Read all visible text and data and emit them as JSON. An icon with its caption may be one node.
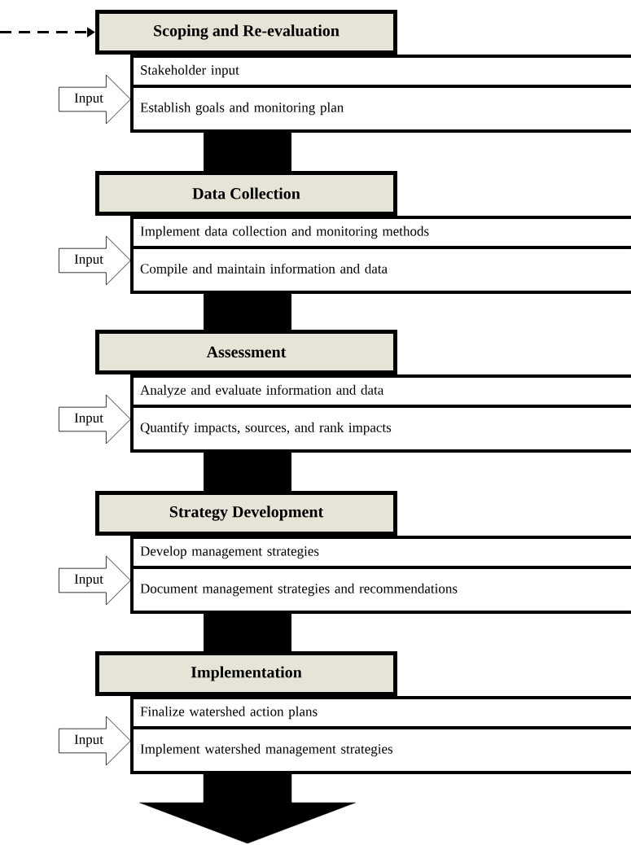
{
  "diagram": {
    "nodes": [
      {
        "text": [
          "Scoping and Re-evaluation"
        ]
      },
      {
        "text": [
          "Stakeholder input"
        ]
      },
      {
        "text": [
          "Establish goals and monitoring plan"
        ]
      },
      {
        "text": [
          "Input"
        ]
      },
      {
        "text": [
          "Data Collection"
        ]
      },
      {
        "text": [
          "Implement data collection and monitoring methods"
        ]
      },
      {
        "text": [
          "Compile and maintain information and data"
        ]
      },
      {
        "text": [
          "Input"
        ]
      },
      {
        "text": [
          "Assessment"
        ]
      },
      {
        "text": [
          "Analyze and evaluate information and data"
        ]
      },
      {
        "text": [
          "Quantify impacts, sources, and rank impacts"
        ]
      },
      {
        "text": [
          "Input"
        ]
      },
      {
        "text": [
          "Strategy Development"
        ]
      },
      {
        "text": [
          "Develop management strategies"
        ]
      },
      {
        "text": [
          "Document management strategies and recommendations"
        ]
      },
      {
        "text": [
          "Input"
        ]
      },
      {
        "text": [
          "Implementation"
        ]
      },
      {
        "text": [
          "Finalize watershed action plans"
        ]
      },
      {
        "text": [
          "Implement watershed management strategies"
        ]
      },
      {
        "text": [
          "Input"
        ]
      }
    ],
    "edges": [
      {
        "from": null,
        "to": 0,
        "arrow": "to",
        "style": "dashed"
      },
      {
        "from": 2,
        "to": 4,
        "arrow": "none"
      },
      {
        "from": 6,
        "to": 8,
        "arrow": "none"
      },
      {
        "from": 10,
        "to": 12,
        "arrow": "none"
      },
      {
        "from": 14,
        "to": 16,
        "arrow": "none"
      },
      {
        "from": 18,
        "to": null,
        "arrow": "to"
      }
    ]
  }
}
